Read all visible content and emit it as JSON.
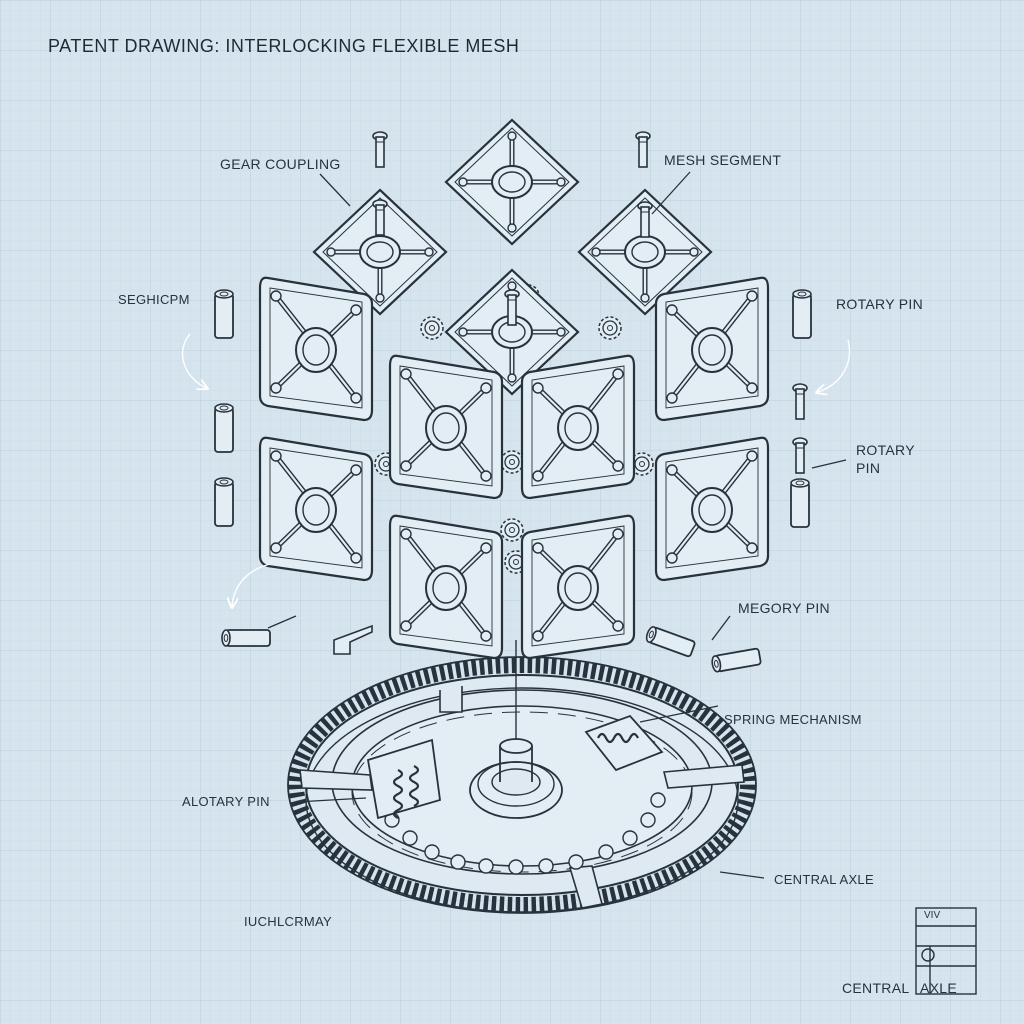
{
  "drawing": {
    "title": "PATENT DRAWING: INTERLOCKING FLEXIBLE MESH",
    "labels": {
      "gear_coupling": "GEAR COUPLING",
      "mesh_segment": "MESH SEGMENT",
      "seghicpm": "SEGHICPM",
      "rotary_pin_1": "ROTARY PIN",
      "rotary_pin_2_line1": "ROTARY",
      "rotary_pin_2_line2": "PIN",
      "megory_pin": "MEGORY PIN",
      "spring_mechanism": "SPRING MECHANISM",
      "alotary_pin": "ALOTARY PIN",
      "central_axle": "CENTRAL AXLE",
      "iuchlcrmay": "IUCHLCRMAY"
    },
    "title_block": {
      "code": "VIV",
      "left_text": "CENTRAL",
      "right_text": "AXLE"
    },
    "colors": {
      "paper": "#d6e4ee",
      "grid": "#c3d5e2",
      "ink": "#27323d",
      "panel_fill": "#e3edf4"
    }
  }
}
